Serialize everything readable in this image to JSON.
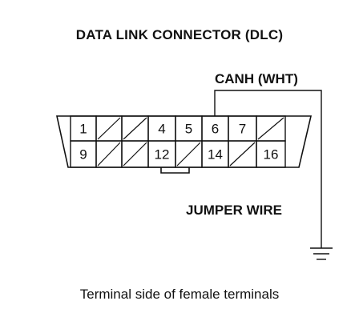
{
  "title": "DATA LINK CONNECTOR (DLC)",
  "wire_label": "CANH (WHT)",
  "jumper_label": "JUMPER WIRE",
  "caption": "Terminal side of female terminals",
  "connector": {
    "top_row": [
      "1",
      "",
      "",
      "4",
      "5",
      "6",
      "7",
      ""
    ],
    "bottom_row": [
      "9",
      "",
      "",
      "12",
      "",
      "14",
      "",
      "16"
    ]
  }
}
